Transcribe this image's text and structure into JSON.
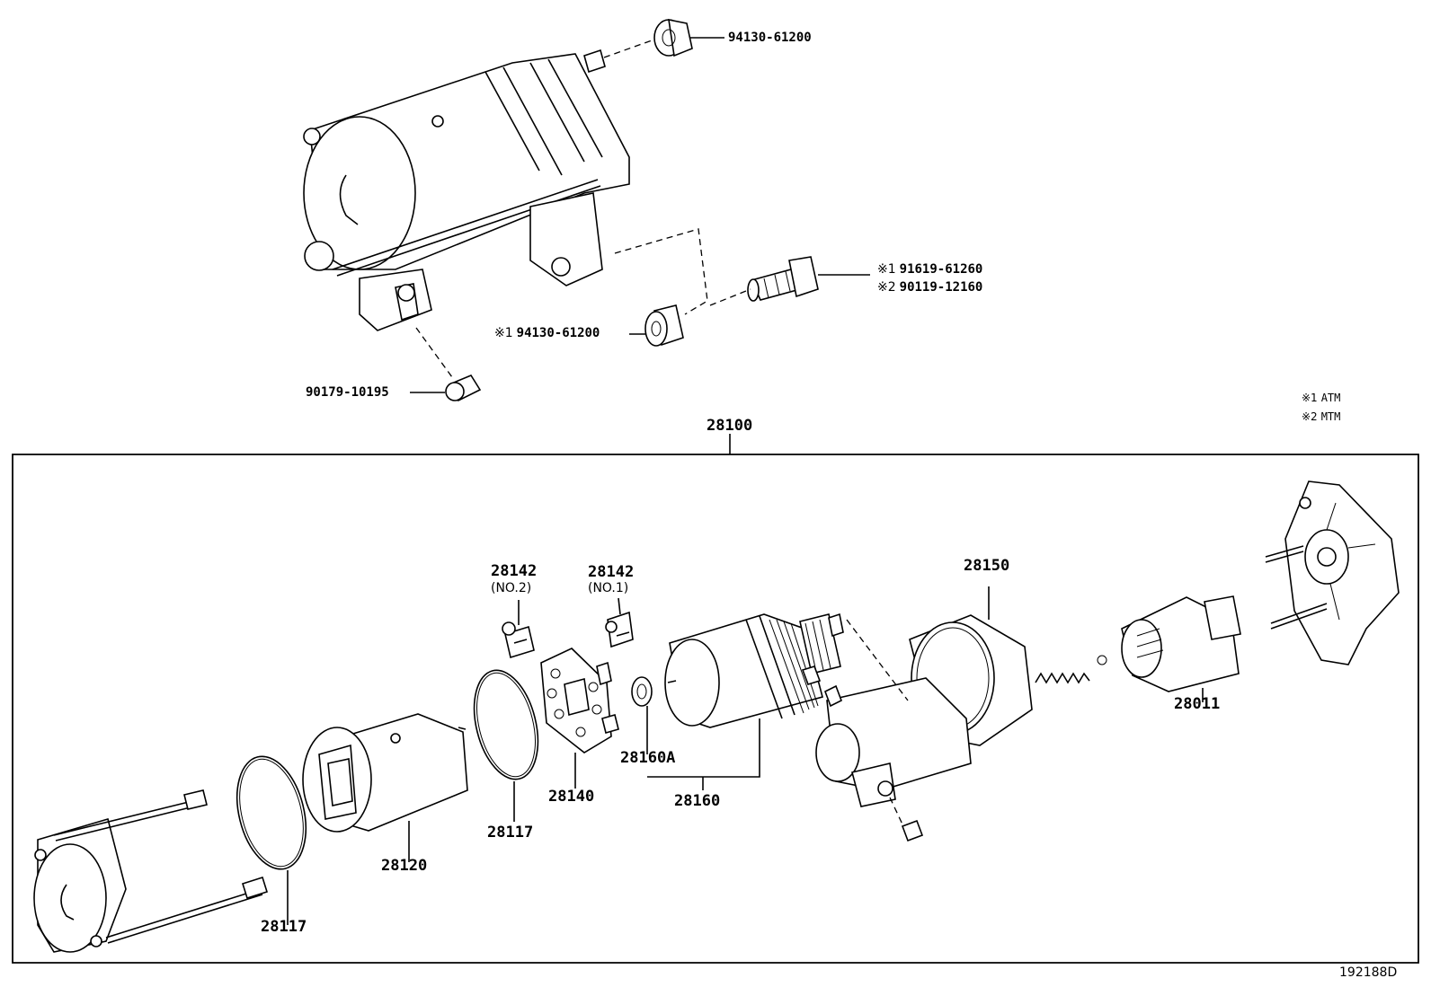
{
  "diagram": {
    "callouts": {
      "bushing_top": "94130-61200",
      "bolt_a": "91619-61260",
      "bolt_a_mark": "※1",
      "bolt_b": "90119-12160",
      "bolt_b_mark": "※2",
      "bushing_lower": "94130-61200",
      "bushing_lower_mark": "※1",
      "nut": "90179-10195",
      "assembly": "28100",
      "brush_holder_no2": "28142",
      "brush_holder_no2_sub": "(NO.2)",
      "brush_holder_no1": "28142",
      "brush_holder_no1_sub": "(NO.1)",
      "switch": "28150",
      "clutch": "28011",
      "bearing": "28160A",
      "armature": "28160",
      "brush_plate": "28140",
      "oring_mid": "28117",
      "yoke": "28120",
      "oring_left": "28117"
    },
    "legend": [
      {
        "mark": "※1",
        "text": "ATM"
      },
      {
        "mark": "※2",
        "text": "MTM"
      }
    ],
    "figure_id": "192188D"
  }
}
